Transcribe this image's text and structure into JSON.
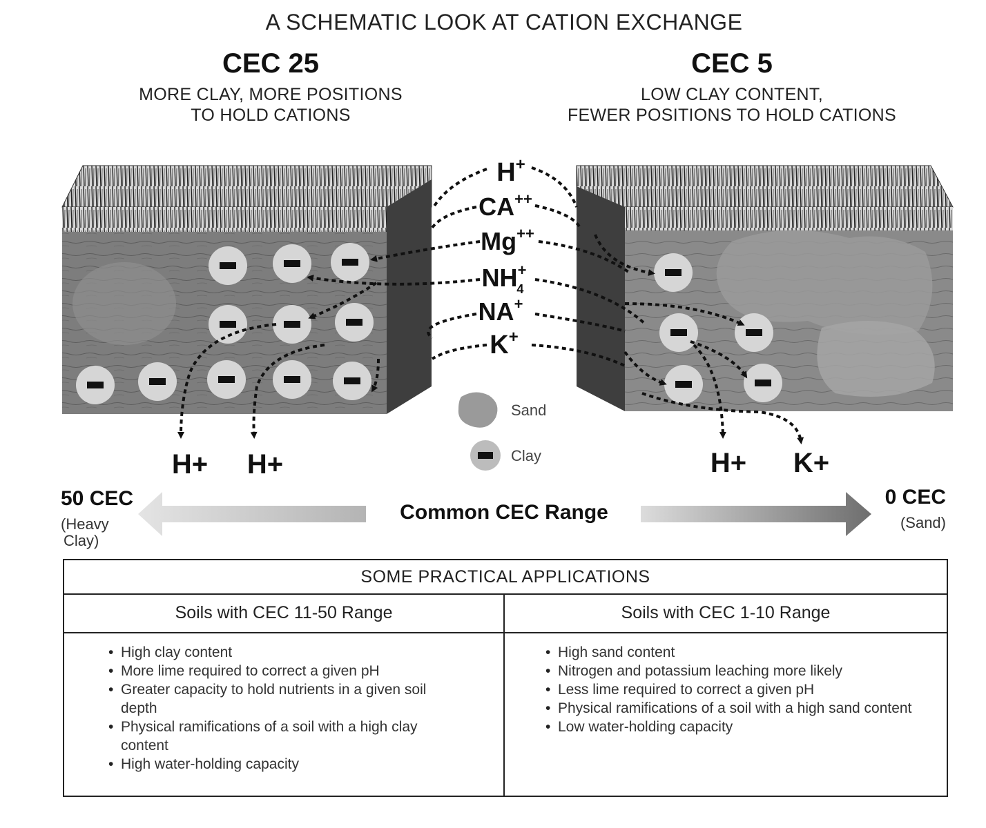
{
  "title": "A SCHEMATIC LOOK AT CATION EXCHANGE",
  "left_panel": {
    "heading": "CEC 25",
    "subtitle_line1": "MORE CLAY, MORE POSITIONS",
    "subtitle_line2": "TO HOLD CATIONS",
    "released": [
      "H+",
      "H+"
    ]
  },
  "right_panel": {
    "heading": "CEC 5",
    "subtitle_line1": "LOW CLAY CONTENT,",
    "subtitle_line2": "FEWER POSITIONS TO HOLD CATIONS",
    "released": [
      "H+",
      "K+"
    ]
  },
  "cations": [
    {
      "base": "H",
      "sup": "+",
      "sub": ""
    },
    {
      "base": "CA",
      "sup": "++",
      "sub": ""
    },
    {
      "base": "Mg",
      "sup": "++",
      "sub": ""
    },
    {
      "base": "NH",
      "sup": "+",
      "sub": "4"
    },
    {
      "base": "NA",
      "sup": "+",
      "sub": ""
    },
    {
      "base": "K",
      "sup": "+",
      "sub": ""
    }
  ],
  "legend": {
    "sand": "Sand",
    "clay": "Clay"
  },
  "scale": {
    "left_value": "50 CEC",
    "left_note_line1": "(Heavy",
    "left_note_line2": "Clay)",
    "center_label": "Common CEC Range",
    "right_value": "0 CEC",
    "right_note": "(Sand)"
  },
  "applications": {
    "title": "SOME PRACTICAL APPLICATIONS",
    "columns": [
      {
        "heading": "Soils with CEC 11-50 Range",
        "items": [
          "High clay content",
          "More lime required to correct a given pH",
          "Greater capacity to hold nutrients in a given soil depth",
          "Physical ramifications of a soil with a high clay content",
          "High water-holding capacity"
        ]
      },
      {
        "heading": "Soils with CEC 1-10 Range",
        "items": [
          "High sand content",
          "Nitrogen and potassium leaching more likely",
          "Less lime required to correct a given pH",
          "Physical ramifications of a soil with a high sand content",
          "Low water-holding capacity"
        ]
      }
    ]
  },
  "colors": {
    "soil_front": "#7d7d7d",
    "soil_side": "#3e3e3e",
    "clay_particle": "#d6d6d6",
    "sand_patch": "#9a9a9a",
    "arrow": "#111111"
  }
}
